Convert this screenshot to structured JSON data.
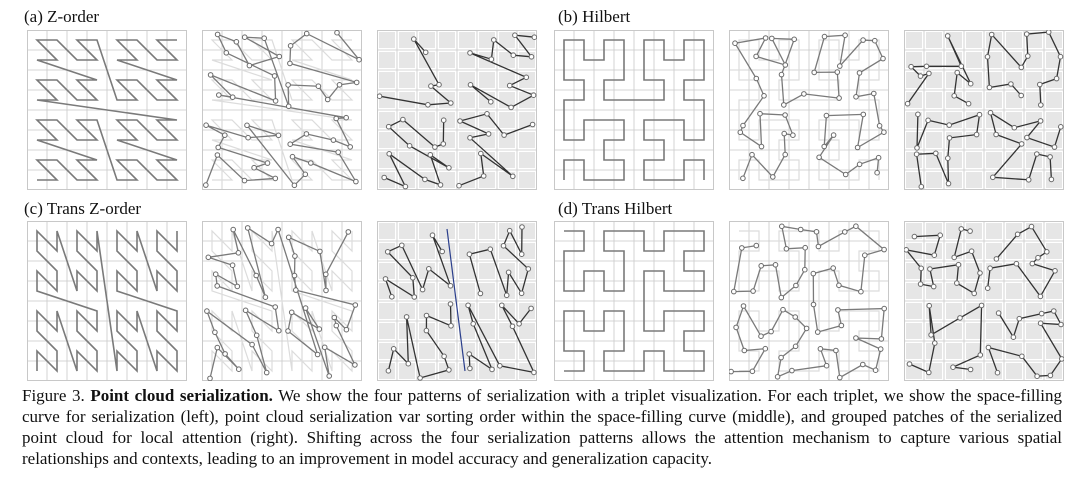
{
  "panels": [
    {
      "label": "(a) Z-order",
      "curve": "zorder"
    },
    {
      "label": "(b) Hilbert",
      "curve": "hilbert"
    },
    {
      "label": "(c) Trans Z-order",
      "curve": "zorder-t"
    },
    {
      "label": "(d) Trans Hilbert",
      "curve": "hilbert-t"
    }
  ],
  "caption": {
    "figure_label": "Figure 3.",
    "title": "Point cloud serialization.",
    "body": "We show the four patterns of serialization with a triplet visualization. For each triplet, we show the space-filling curve for serialization (left), point cloud serialization var sorting order within the space-filling curve (middle), and grouped patches of the serialized point cloud for local attention (right). Shifting across the four serialization patterns allows the attention mechanism to capture various spatial relationships and contexts, leading to an improvement in model accuracy and generalization capacity."
  },
  "colors": {
    "grid": "#c8c8c8",
    "curve": "#7a7a7a",
    "point_stroke": "#6a6a6a",
    "patch_fill": "#e6e6e6",
    "patch_line": "#333333",
    "accent_line": "#2b3f8c"
  }
}
